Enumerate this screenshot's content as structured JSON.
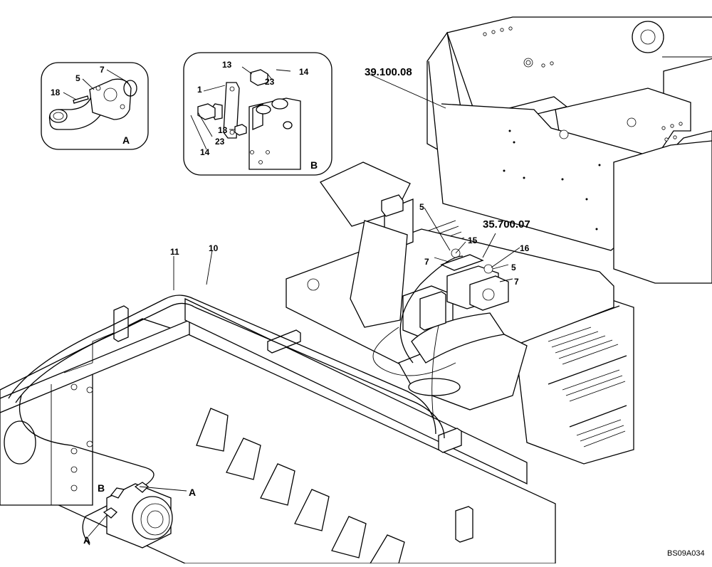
{
  "drawing_code": "BS09A034",
  "detail_a": {
    "letter": "A",
    "callouts": [
      "18",
      "5",
      "7"
    ]
  },
  "detail_b": {
    "letter": "B",
    "callouts": [
      "13",
      "14",
      "23",
      "1",
      "13",
      "23",
      "14"
    ]
  },
  "references": {
    "frame_ref": "39.100.08",
    "tank_ref": "35.700.07"
  },
  "main_callouts": {
    "c5_top": "5",
    "c15": "15",
    "c16": "16",
    "c7_left": "7",
    "c5_right": "5",
    "c7_right": "7",
    "c11": "11",
    "c10": "10"
  },
  "motor_labels": {
    "b": "B",
    "a_right": "A",
    "a_left": "A"
  }
}
